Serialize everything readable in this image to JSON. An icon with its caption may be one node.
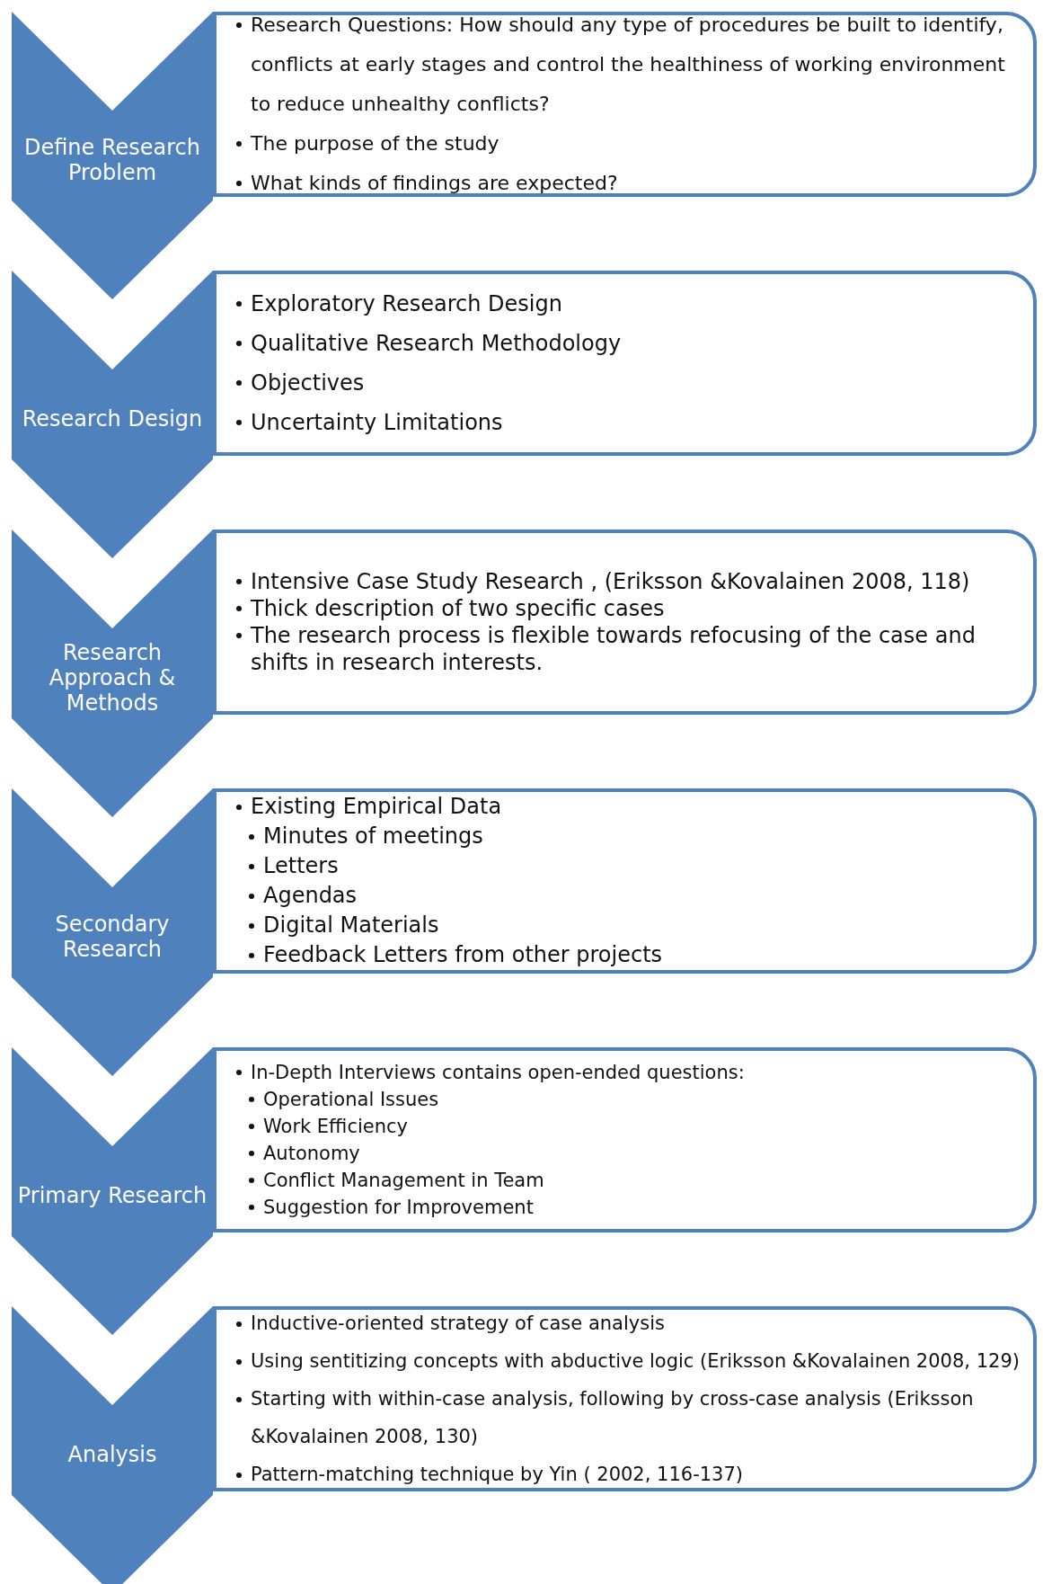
{
  "diagram": {
    "nodes": [
      {
        "text": [
          "Define Research Problem"
        ]
      },
      {
        "text": [
          "Research Questions: How should any type of procedures be built to identify, conflicts at early stages and control the healthiness of working environment to reduce unhealthy conflicts?",
          "The purpose of the study",
          "What kinds of findings are expected?"
        ]
      },
      {
        "text": [
          "Research Design"
        ]
      },
      {
        "text": [
          "Exploratory Research Design",
          "Qualitative Research Methodology",
          "Objectives",
          "Uncertainty Limitations"
        ]
      },
      {
        "text": [
          "Research Approach & Methods"
        ]
      },
      {
        "text": [
          "Intensive Case Study Research , (Eriksson &Kovalainen 2008, 118)",
          "Thick description of two specific cases",
          "The research process is flexible towards refocusing of the case and shifts in research interests."
        ]
      },
      {
        "text": [
          "Secondary Research"
        ]
      },
      {
        "text": [
          "Existing Empirical Data",
          "Minutes of meetings",
          "Letters",
          "Agendas",
          "Digital Materials",
          "Feedback Letters from other projects"
        ]
      },
      {
        "text": [
          "Primary Research"
        ]
      },
      {
        "text": [
          "In-Depth Interviews contains open-ended questions:",
          "Operational Issues",
          "Work Efficiency",
          "Autonomy",
          "Conflict Management in Team",
          "Suggestion for Improvement"
        ]
      },
      {
        "text": [
          "Analysis"
        ]
      },
      {
        "text": [
          "Inductive-oriented strategy of case analysis",
          "Using sentitizing concepts with abductive logic (Eriksson &Kovalainen 2008, 129)",
          "Starting with within-case analysis, following by cross-case analysis (Eriksson &Kovalainen 2008, 130)",
          "Pattern-matching technique by Yin ( 2002, 116-137)"
        ]
      }
    ]
  }
}
